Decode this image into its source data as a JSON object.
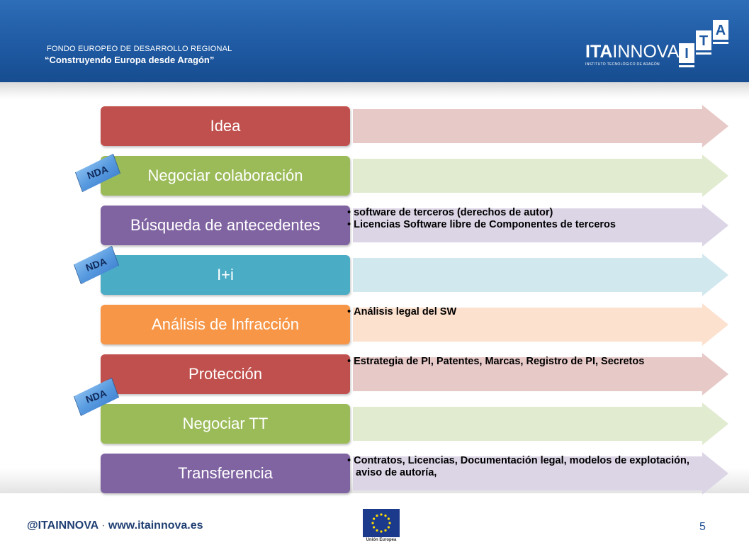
{
  "header": {
    "line1": "FONDO EUROPEO DE DESARROLLO REGIONAL",
    "line2": "“Construyendo Europa desde Aragón”",
    "logo_bold": "ITA",
    "logo_light": "INNOVA",
    "logo_sub": "INSTITUTO TECNOLÓGICO DE ARAGÓN",
    "logo_letters": [
      "I",
      "T",
      "A"
    ]
  },
  "colors": {
    "red": "#c0504d",
    "green": "#9bbb59",
    "purple": "#8064a2",
    "teal": "#4bacc6",
    "orange": "#f79646"
  },
  "stages": [
    {
      "label": "Idea",
      "color": "#c0504d",
      "arrow": "#e7c9c8",
      "bullets": []
    },
    {
      "label": "Negociar colaboración",
      "color": "#9bbb59",
      "arrow": "#e1ebd0",
      "bullets": []
    },
    {
      "label": "Búsqueda de antecedentes",
      "color": "#8064a2",
      "arrow": "#dcd5e6",
      "bullets": [
        "software de terceros (derechos de autor)",
        "Licencias Software libre de Componentes de terceros"
      ]
    },
    {
      "label": "I+i",
      "color": "#4bacc6",
      "arrow": "#d2e8ef",
      "bullets": []
    },
    {
      "label": "Análisis de Infracción",
      "color": "#f79646",
      "arrow": "#fde1cf",
      "bullets": [
        "Análisis legal del SW"
      ]
    },
    {
      "label": "Protección",
      "color": "#c0504d",
      "arrow": "#e7c9c8",
      "bullets": [
        "Estrategia de PI,  Patentes, Marcas, Registro de PI, Secretos"
      ]
    },
    {
      "label": "Negociar TT",
      "color": "#9bbb59",
      "arrow": "#e1ebd0",
      "bullets": []
    },
    {
      "label": "Transferencia",
      "color": "#8064a2",
      "arrow": "#dcd5e6",
      "bullets": [
        "Contratos, Licencias, Documentación legal, modelos de explotación, aviso de autoría,"
      ]
    }
  ],
  "nda_tags": [
    "NDA",
    "NDA",
    "NDA"
  ],
  "footer": {
    "twitter": "@ITAINNOVA",
    "separator": "·",
    "website": "www.itainnova.es",
    "eu_label": "Unión Europea",
    "page_number": "5"
  }
}
